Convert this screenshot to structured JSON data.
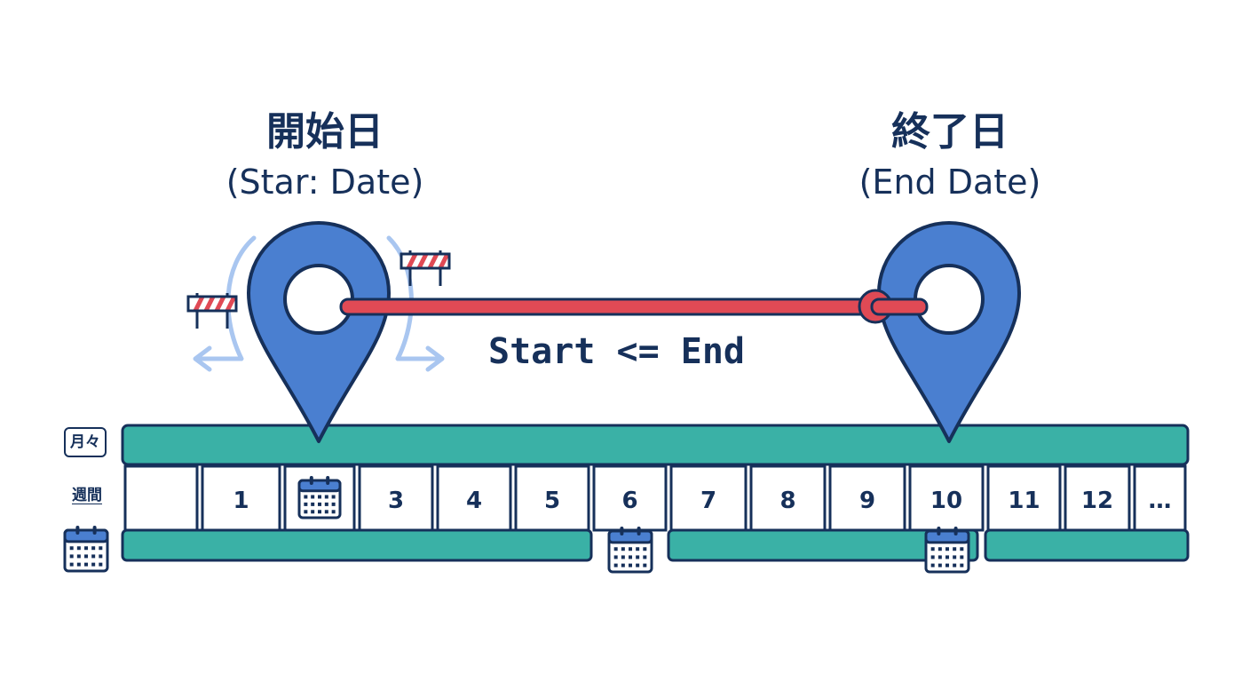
{
  "start": {
    "title_jp": "開始日",
    "title_en": "(Star: Date)"
  },
  "end": {
    "title_jp": "終了日",
    "title_en": "(End Date)"
  },
  "rule": "Start <= End",
  "side_labels": {
    "month": "月々",
    "week": "週間"
  },
  "days": [
    "",
    "1",
    "calendar",
    "3",
    "4",
    "5",
    "6",
    "7",
    "8",
    "9",
    "10",
    "11",
    "12",
    "…"
  ],
  "icons": {
    "pin": "map-pin-icon",
    "calendar": "calendar-icon",
    "barrier": "barrier-icon",
    "arrow": "curved-arrow-icon"
  },
  "colors": {
    "pin": "#4a7fd0",
    "outline": "#16305a",
    "link": "#e04a55",
    "band": "#3ab1a6",
    "arrow": "#a9c6f0",
    "barrier_red": "#e04a55"
  }
}
